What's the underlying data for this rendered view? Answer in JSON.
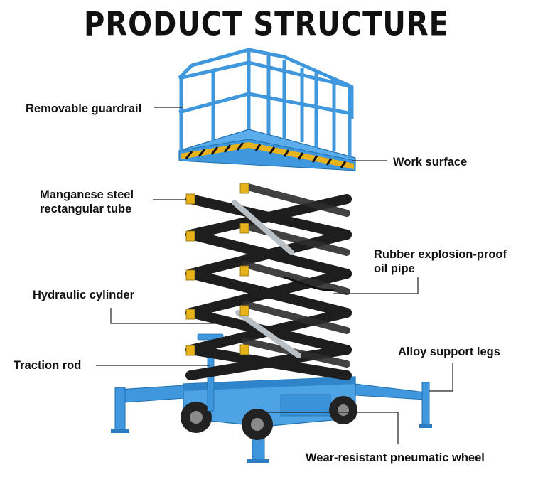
{
  "title": "PRODUCT STRUCTURE",
  "labels": {
    "guardrail": "Removable guardrail",
    "work_surface": "Work surface",
    "tube_line1": "Manganese steel",
    "tube_line2": "rectangular tube",
    "oil_pipe_line1": "Rubber explosion-proof",
    "oil_pipe_line2": "oil pipe",
    "cylinder": "Hydraulic cylinder",
    "traction_rod": "Traction rod",
    "support_legs": "Alloy support legs",
    "wheel": "Wear-resistant pneumatic wheel"
  },
  "colors": {
    "frame_blue": "#3f97dd",
    "scissor_black": "#1e1e1e",
    "hazard_yellow": "#e8b21a",
    "tire_black": "#222222",
    "leader_line": "#222222"
  }
}
